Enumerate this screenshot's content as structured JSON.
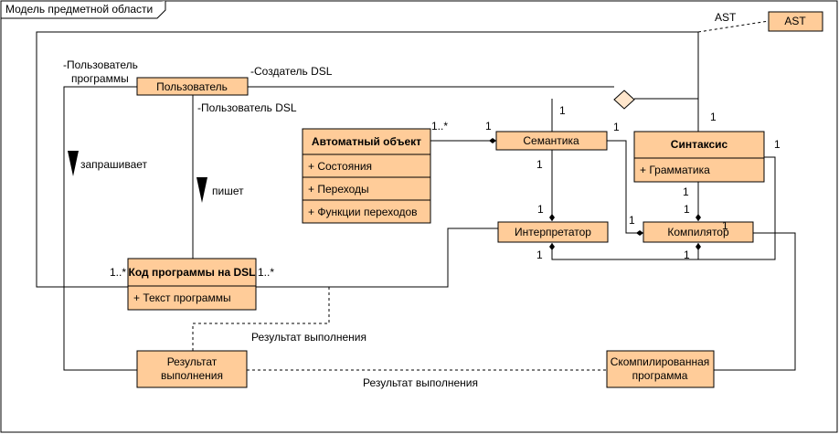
{
  "frame_title": "Модель предметной области",
  "ast_box": "AST",
  "classes": {
    "user": {
      "name": "Пользователь"
    },
    "automaton": {
      "name": "Автоматный объект",
      "attrs": [
        "+ Состояния",
        "+ Переходы",
        "+ Функции переходов"
      ]
    },
    "semantics": {
      "name": "Семантика"
    },
    "syntax": {
      "name": "Синтаксис",
      "attrs": [
        "+ Грамматика"
      ]
    },
    "interpreter": {
      "name": "Интерпретатор"
    },
    "compiler": {
      "name": "Компилятор"
    },
    "dsl_code": {
      "name": "Код программы на DSL",
      "attrs": [
        "+ Текст программы"
      ]
    },
    "exec_result": {
      "name_line1": "Результат",
      "name_line2": "выполнения"
    },
    "compiled_program": {
      "name_line1": "Скомпилированная",
      "name_line2": "программа"
    }
  },
  "labels": {
    "ast": "AST",
    "user_program_1": "-Пользователь",
    "user_program_2": "программы",
    "creator_dsl": "-Создатель DSL",
    "user_dsl": "-Пользователь DSL",
    "requests": "запрашивает",
    "writes": "пишет",
    "exec_result_upper": "Результат выполнения",
    "exec_result_lower": "Результат выполнения",
    "m_auto_sem_left": "1..*",
    "m_auto_sem_right": "1",
    "m_sem_diamond": "1",
    "m_syn_top": "1",
    "m_syn_right": "1",
    "m_sem_down": "1",
    "m_interp_up": "1",
    "m_syn_down": "1",
    "m_comp_up": "1",
    "m_sem_comp": "1",
    "m_comp_right": "1",
    "m_interp_below": "1",
    "m_comp_below": "1",
    "m_dsl_left": "1..*",
    "m_dsl_right": "1..*"
  }
}
